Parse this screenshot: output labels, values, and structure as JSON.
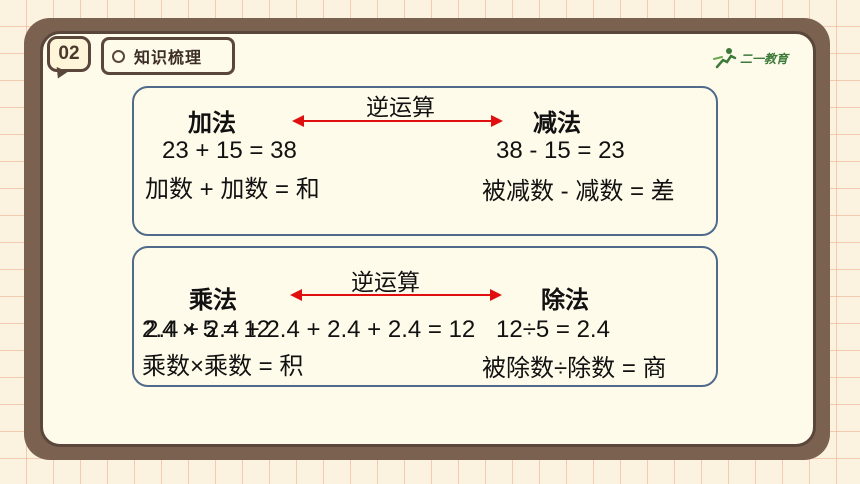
{
  "header": {
    "section_number": "02",
    "section_title": "知识梳理",
    "brand": "二一教育"
  },
  "box1": {
    "left_title": "加法",
    "right_title": "减法",
    "inverse_label": "逆运算",
    "left_example": "23 + 15 = 38",
    "left_formula": "加数 + 加数 = 和",
    "right_example": "38 - 15 = 23",
    "right_formula": "被减数 - 减数 = 差"
  },
  "box2": {
    "left_title": "乘法",
    "right_title": "除法",
    "inverse_label": "逆运算",
    "left_example_a": "2.4 × 5 = 12",
    "left_example_b": "2.4 + 2.4 + 2.4 + 2.4 + 2.4 = 12",
    "left_formula": "乘数×乘数 = 积",
    "right_example": "12÷5 = 2.4",
    "right_formula": "被除数÷除数 = 商"
  },
  "colors": {
    "arrow": "#e01010",
    "box_border": "#4f6a8a",
    "frame": "#7b6150",
    "panel": "#fffbea"
  }
}
